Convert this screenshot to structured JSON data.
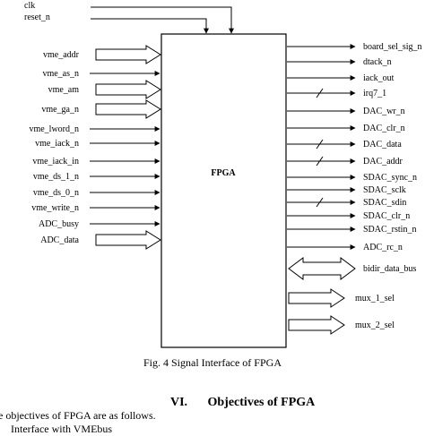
{
  "figure": {
    "block_label": "FPGA",
    "top_signals": [
      "clk",
      "reset_n"
    ],
    "left_signals": [
      {
        "name": "vme_addr",
        "kind": "bus"
      },
      {
        "name": "vme_as_n",
        "kind": "line"
      },
      {
        "name": "vme_am",
        "kind": "bus"
      },
      {
        "name": "vme_ga_n",
        "kind": "bus"
      },
      {
        "name": "vme_lword_n",
        "kind": "line"
      },
      {
        "name": "vme_iack_n",
        "kind": "line"
      },
      {
        "name": "vme_iack_in",
        "kind": "line"
      },
      {
        "name": "vme_ds_1_n",
        "kind": "line"
      },
      {
        "name": "vme_ds_0_n",
        "kind": "line"
      },
      {
        "name": "vme_write_n",
        "kind": "line"
      },
      {
        "name": "ADC_busy",
        "kind": "line"
      },
      {
        "name": "ADC_data",
        "kind": "bus"
      }
    ],
    "right_signals": [
      {
        "name": "board_sel_sig_n",
        "kind": "line"
      },
      {
        "name": "dtack_n",
        "kind": "line"
      },
      {
        "name": "iack_out",
        "kind": "line"
      },
      {
        "name": "irq7_1",
        "kind": "slashed"
      },
      {
        "name": "DAC_wr_n",
        "kind": "line"
      },
      {
        "name": "DAC_clr_n",
        "kind": "line"
      },
      {
        "name": "DAC_data",
        "kind": "slashed"
      },
      {
        "name": "DAC_addr",
        "kind": "slashed"
      },
      {
        "name": "SDAC_sync_n",
        "kind": "line"
      },
      {
        "name": "SDAC_sclk",
        "kind": "line"
      },
      {
        "name": "SDAC_sdin",
        "kind": "slashed"
      },
      {
        "name": "SDAC_clr_n",
        "kind": "line"
      },
      {
        "name": "SDAC_rstin_n",
        "kind": "line"
      },
      {
        "name": "ADC_rc_n",
        "kind": "line"
      },
      {
        "name": "bidir_data_bus",
        "kind": "bidir"
      },
      {
        "name": "mux_1_sel",
        "kind": "bus"
      },
      {
        "name": "mux_2_sel",
        "kind": "bus"
      }
    ]
  },
  "caption": "Fig. 4 Signal Interface of FPGA",
  "section": {
    "number": "VI.",
    "title": "Objectives of FPGA"
  },
  "body_lines": [
    "he objectives of FPGA are as follows.",
    "Interface with VMEbus"
  ]
}
